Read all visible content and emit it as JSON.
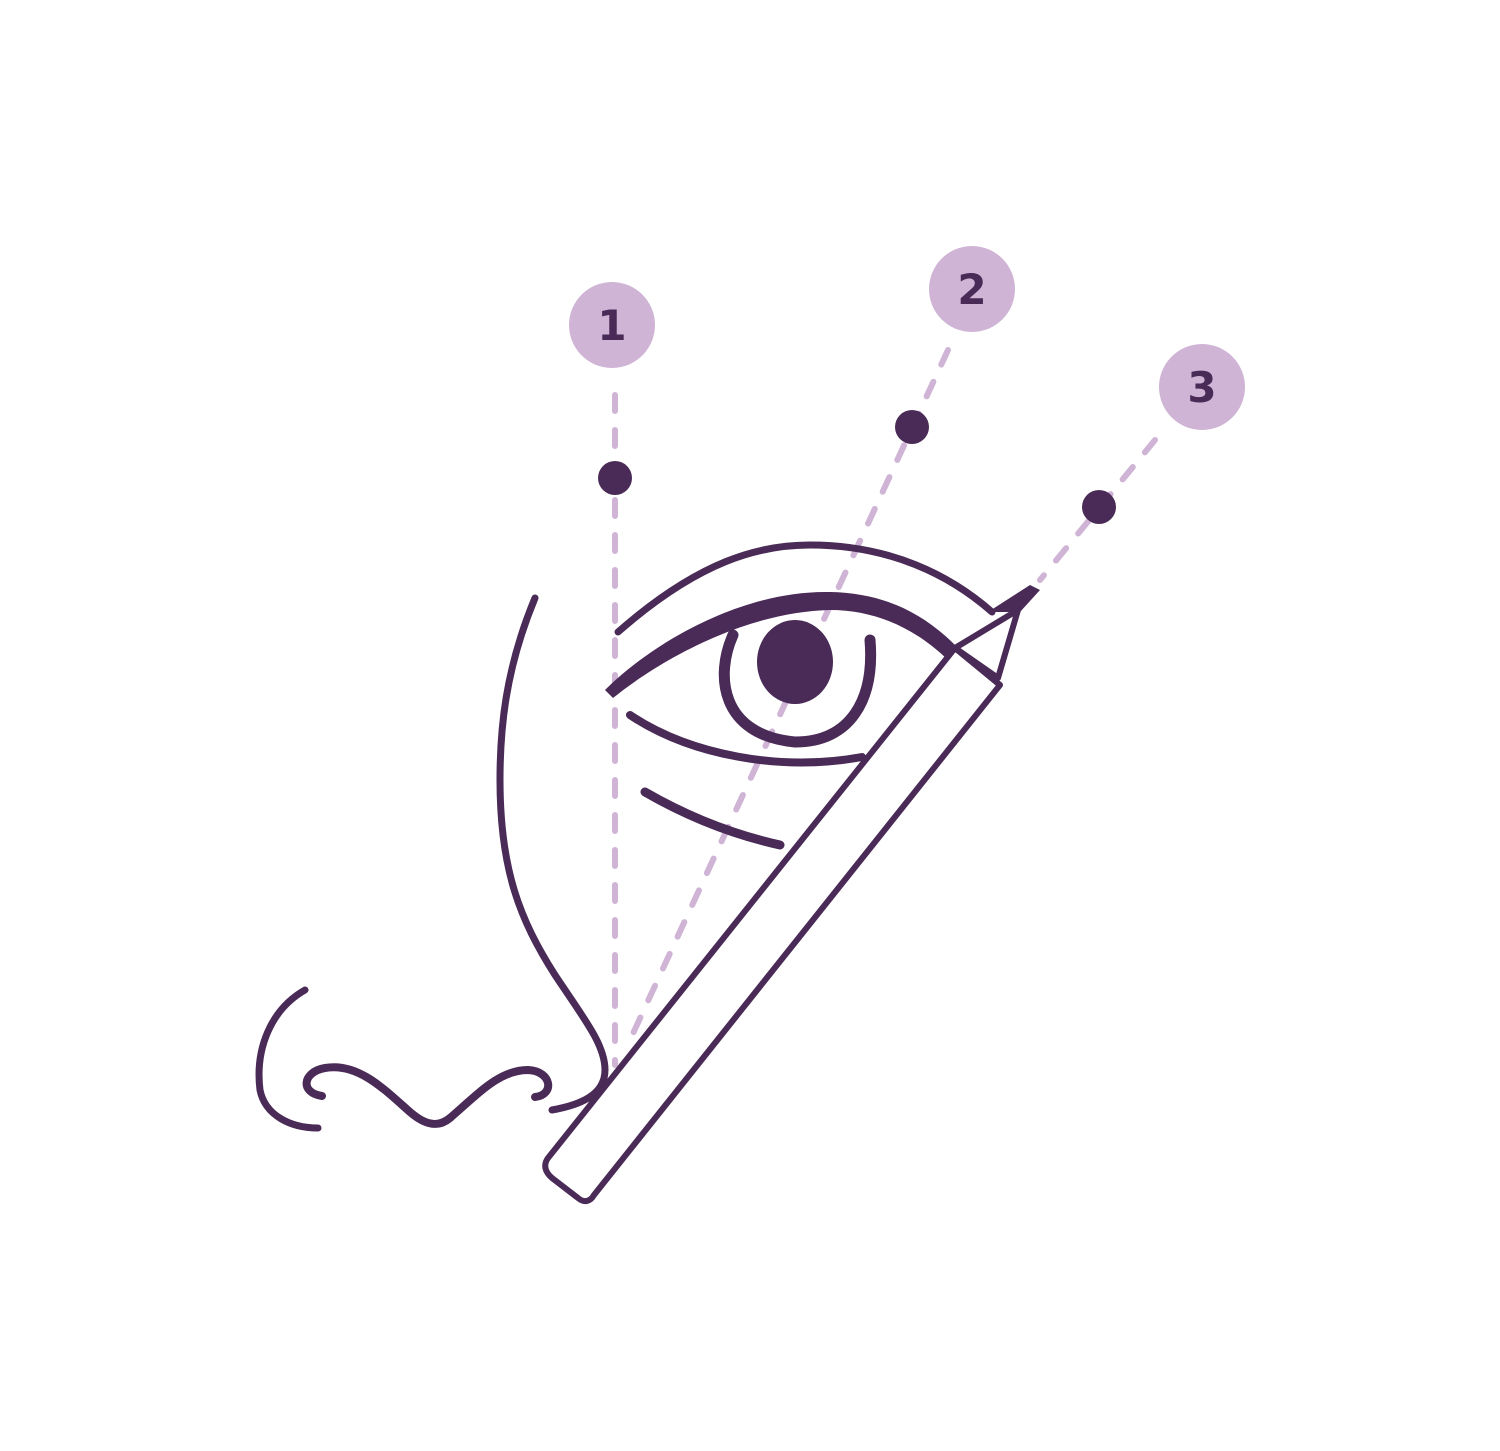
{
  "colors": {
    "ink": "#4a2a56",
    "guide": "#cfb4d6",
    "background": "#ffffff"
  },
  "markers": [
    {
      "label": "1"
    },
    {
      "label": "2"
    },
    {
      "label": "3"
    }
  ],
  "icons": [
    "eye-icon",
    "eyebrow-pencil-icon",
    "nose-icon"
  ]
}
